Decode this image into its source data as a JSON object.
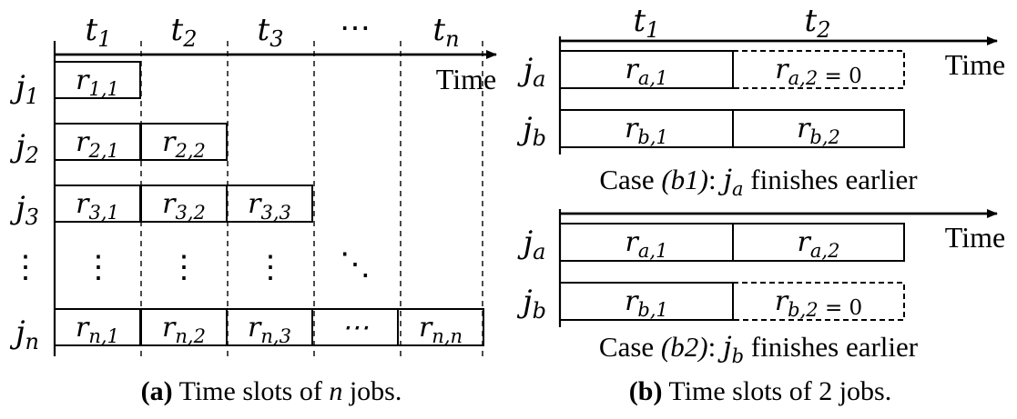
{
  "panel_a": {
    "slots": [
      {
        "var": "t",
        "sub": "1"
      },
      {
        "var": "t",
        "sub": "2"
      },
      {
        "var": "t",
        "sub": "3"
      },
      {
        "var": "t",
        "sub": "n"
      }
    ],
    "slot_ellipsis": "⋯",
    "time_label": "Time",
    "jobs": [
      {
        "var": "j",
        "sub": "1"
      },
      {
        "var": "j",
        "sub": "2"
      },
      {
        "var": "j",
        "sub": "3"
      },
      {
        "var": "j",
        "sub": "n"
      }
    ],
    "job_vdots": "⋮",
    "rows": [
      [
        {
          "var": "r",
          "sub": "1,1"
        }
      ],
      [
        {
          "var": "r",
          "sub": "2,1"
        },
        {
          "var": "r",
          "sub": "2,2"
        }
      ],
      [
        {
          "var": "r",
          "sub": "3,1"
        },
        {
          "var": "r",
          "sub": "3,2"
        },
        {
          "var": "r",
          "sub": "3,3"
        }
      ],
      [
        {
          "var": "r",
          "sub": "n,1"
        },
        {
          "var": "r",
          "sub": "n,2"
        },
        {
          "var": "r",
          "sub": "n,3"
        },
        {
          "var": "⋯",
          "sub": ""
        },
        {
          "var": "r",
          "sub": "n,n"
        }
      ]
    ],
    "vdots": "⋮",
    "ddots": "⋱",
    "caption_bold": "(a)",
    "caption_pre": " Time slots of ",
    "caption_var": "n",
    "caption_post": " jobs."
  },
  "panel_b": {
    "slots": [
      {
        "var": "t",
        "sub": "1"
      },
      {
        "var": "t",
        "sub": "2"
      }
    ],
    "time_label": "Time",
    "cases": [
      {
        "jobs": [
          {
            "var": "j",
            "sub": "a"
          },
          {
            "var": "j",
            "sub": "b"
          }
        ],
        "cells": [
          [
            {
              "var": "r",
              "sub": "a,1",
              "dashed": false
            },
            {
              "var": "r",
              "sub": "a,2",
              "suffix": " = 0",
              "dashed": true
            }
          ],
          [
            {
              "var": "r",
              "sub": "b,1",
              "dashed": false
            },
            {
              "var": "r",
              "sub": "b,2",
              "dashed": false
            }
          ]
        ],
        "caption_pre": "Case ",
        "caption_italic": "(b1)",
        "caption_mid": ": ",
        "caption_job": {
          "var": "j",
          "sub": "a"
        },
        "caption_post": " finishes earlier"
      },
      {
        "jobs": [
          {
            "var": "j",
            "sub": "a"
          },
          {
            "var": "j",
            "sub": "b"
          }
        ],
        "cells": [
          [
            {
              "var": "r",
              "sub": "a,1",
              "dashed": false
            },
            {
              "var": "r",
              "sub": "a,2",
              "dashed": false
            }
          ],
          [
            {
              "var": "r",
              "sub": "b,1",
              "dashed": false
            },
            {
              "var": "r",
              "sub": "b,2",
              "suffix": " = 0",
              "dashed": true
            }
          ]
        ],
        "caption_pre": "Case ",
        "caption_italic": "(b2)",
        "caption_mid": ": ",
        "caption_job": {
          "var": "j",
          "sub": "b"
        },
        "caption_post": " finishes earlier"
      }
    ],
    "caption_bold": "(b)",
    "caption_post": " Time slots of 2 jobs."
  }
}
